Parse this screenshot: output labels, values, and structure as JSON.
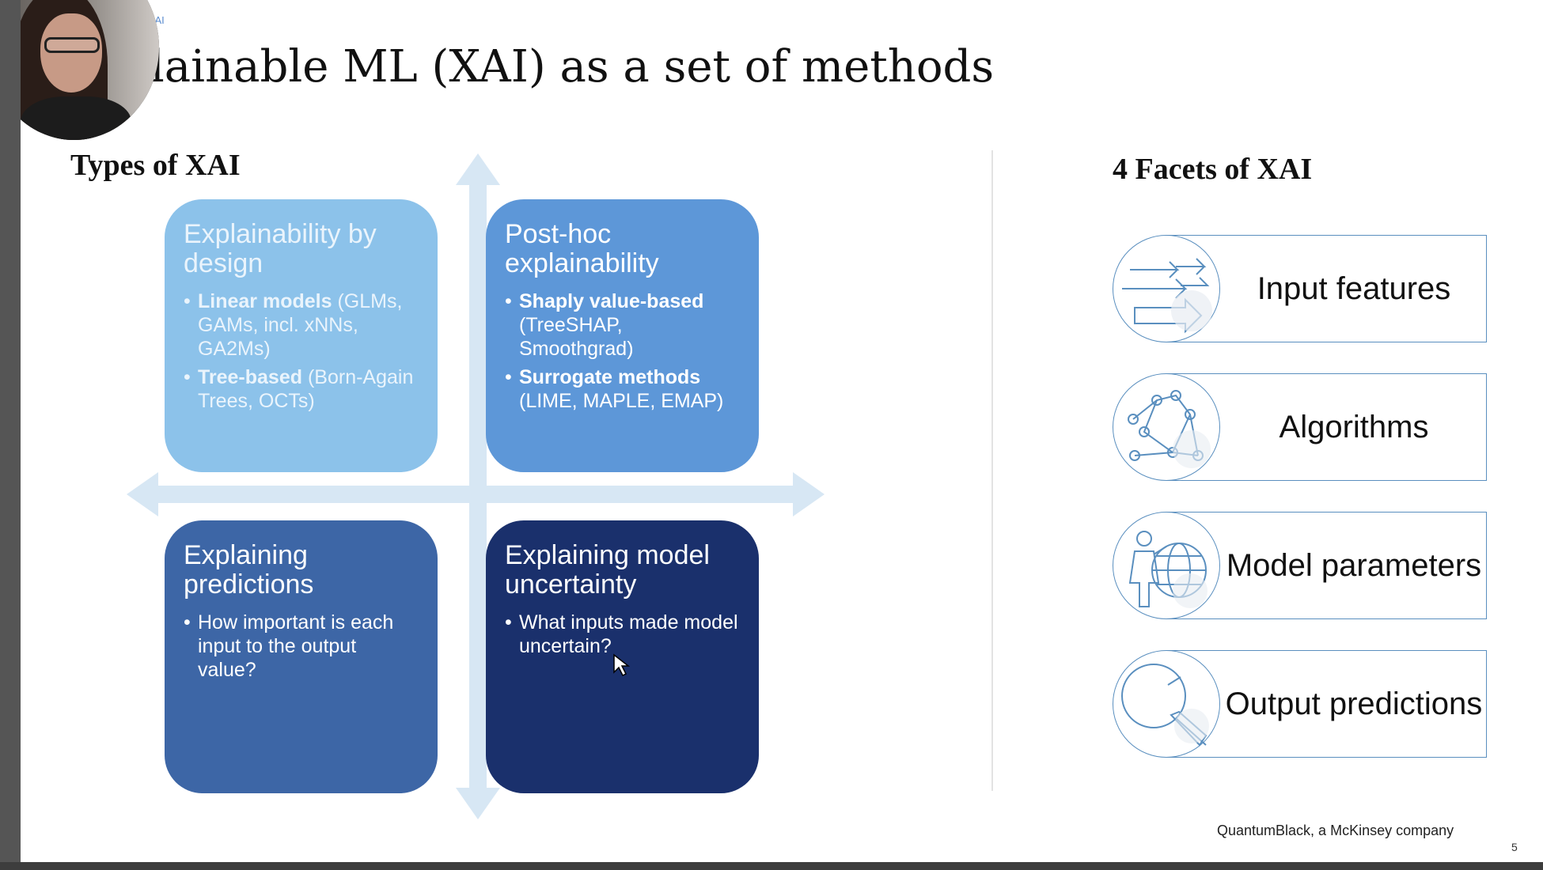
{
  "breadcrumb": "n XAI",
  "title": "plainable ML (XAI) as a set of methods",
  "types_heading": "Types of XAI",
  "facets_heading": "4 Facets of XAI",
  "quadrants": [
    {
      "title": "Explainability by design",
      "bullets": [
        {
          "bold": "Linear models",
          "rest": " (GLMs, GAMs, incl. xNNs, GA2Ms)"
        },
        {
          "bold": "Tree-based",
          "rest": " (Born-Again Trees, OCTs)"
        }
      ],
      "color": "#8cc2ea"
    },
    {
      "title": "Post-hoc explainability",
      "bullets": [
        {
          "bold": "Shaply value-based",
          "rest": " (TreeSHAP, Smoothgrad)"
        },
        {
          "bold": "Surrogate methods",
          "rest": " (LIME, MAPLE, EMAP)"
        }
      ],
      "color": "#5d97d8"
    },
    {
      "title": "Explaining predictions",
      "bullets": [
        {
          "bold": "",
          "rest": "How important is each input to the output value?"
        }
      ],
      "color": "#3d66a6"
    },
    {
      "title": "Explaining model uncertainty",
      "bullets": [
        {
          "bold": "",
          "rest": "What inputs made model uncertain?"
        }
      ],
      "color": "#1a306c"
    }
  ],
  "facets": [
    {
      "label": "Input features",
      "icon": "arrows-icon"
    },
    {
      "label": "Algorithms",
      "icon": "network-icon"
    },
    {
      "label": "Model parameters",
      "icon": "globe-person-icon"
    },
    {
      "label": "Output predictions",
      "icon": "magnifier-icon"
    }
  ],
  "footer": "QuantumBlack, a McKinsey company",
  "page_number": "5",
  "colors": {
    "facet_border": "#5a8fbf",
    "axis": "#d7e7f4"
  }
}
